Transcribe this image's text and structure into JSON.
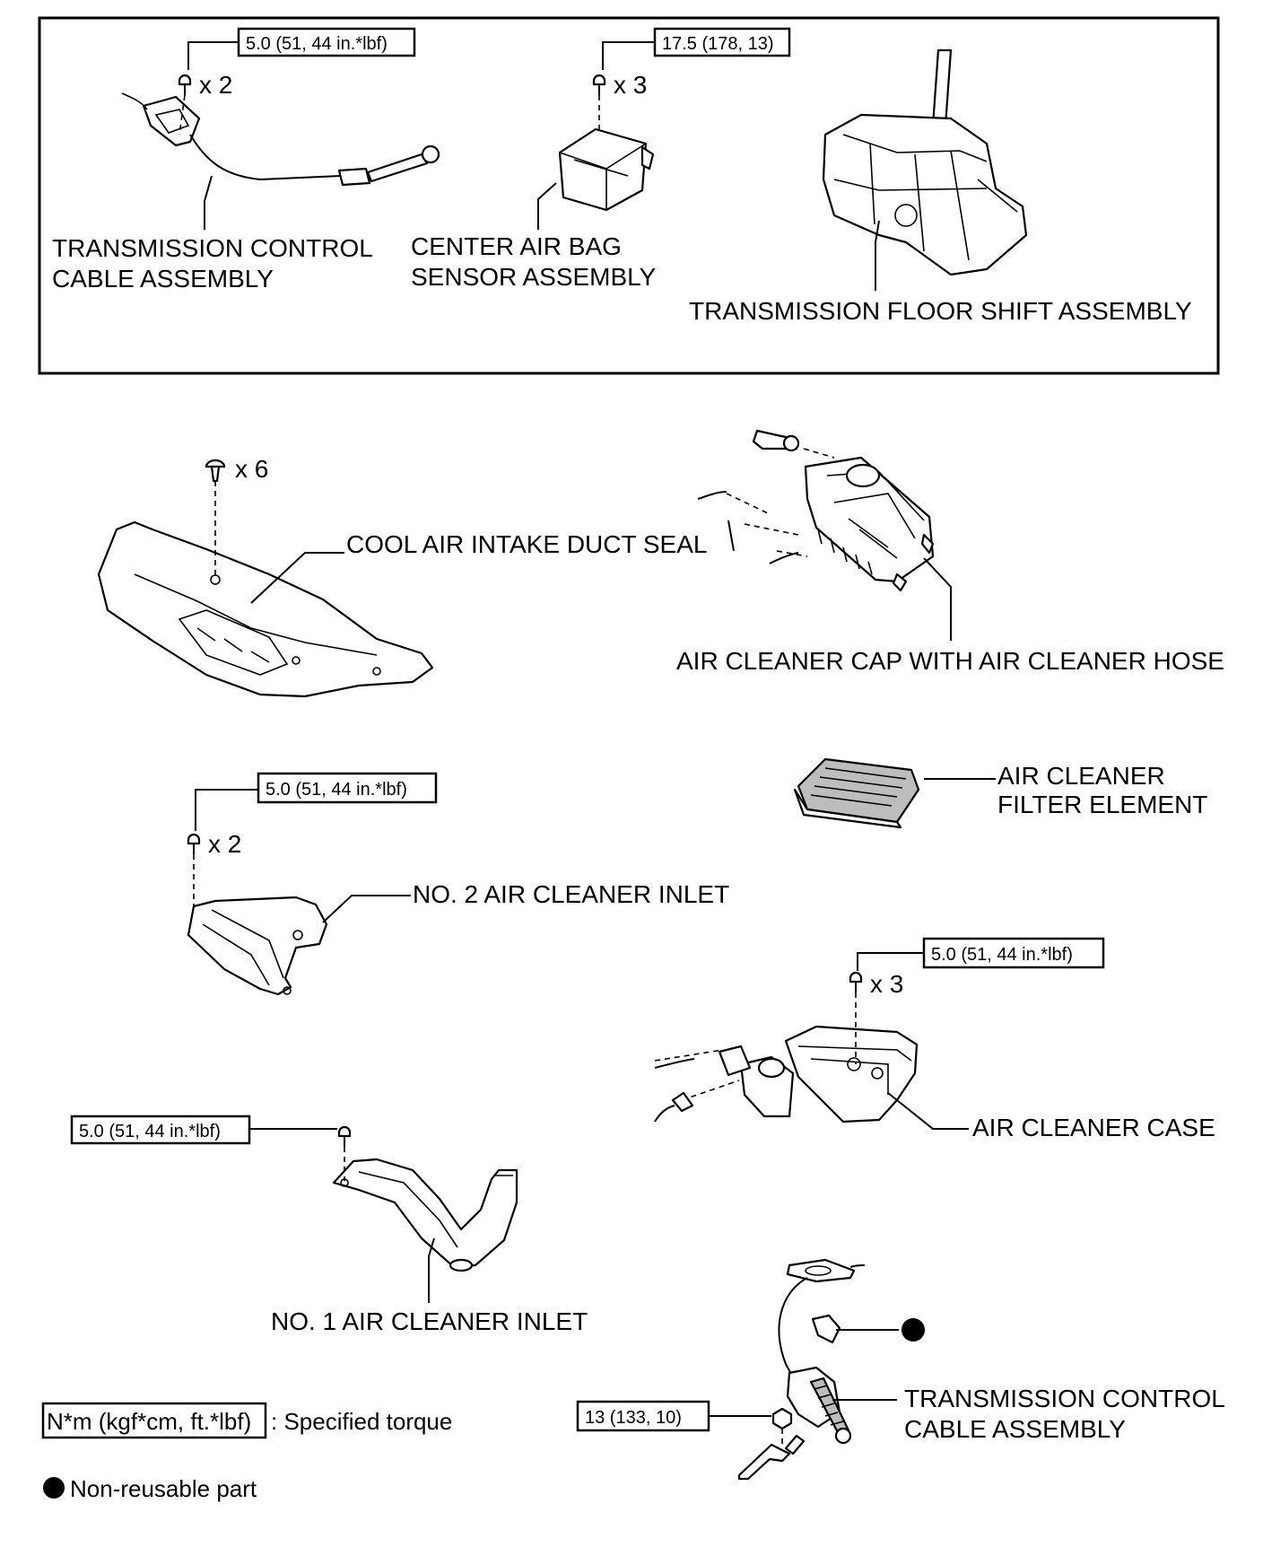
{
  "labels": {
    "trans_control_cable_top": [
      "TRANSMISSION CONTROL",
      "CABLE ASSEMBLY"
    ],
    "center_airbag_sensor": [
      "CENTER AIR BAG",
      "SENSOR ASSEMBLY"
    ],
    "floor_shift": "TRANSMISSION FLOOR SHIFT ASSEMBLY",
    "cool_air_duct_seal": "COOL AIR INTAKE DUCT SEAL",
    "air_cleaner_cap": "AIR CLEANER CAP WITH AIR CLEANER HOSE",
    "air_cleaner_filter": [
      "AIR CLEANER",
      "FILTER ELEMENT"
    ],
    "no2_inlet": "NO. 2 AIR CLEANER INLET",
    "air_cleaner_case": "AIR CLEANER CASE",
    "no1_inlet": "NO. 1 AIR CLEANER INLET",
    "trans_control_cable_bottom": [
      "TRANSMISSION CONTROL",
      "CABLE ASSEMBLY"
    ]
  },
  "torques": {
    "cable_top": "5.0 (51, 44 in.*lbf)",
    "airbag_sensor": "17.5 (178, 13)",
    "no2_inlet": "5.0 (51, 44 in.*lbf)",
    "air_cleaner_case": "5.0 (51, 44 in.*lbf)",
    "no1_inlet": "5.0 (51, 44 in.*lbf)",
    "cable_bottom": "13 (133, 10)"
  },
  "quantities": {
    "cable_top_bolts": "x 2",
    "airbag_bolts": "x 3",
    "duct_seal_clips": "x 6",
    "no2_inlet_bolts": "x 2",
    "case_bolts": "x 3"
  },
  "legend": {
    "torque_unit": "N*m (kgf*cm, ft.*lbf)",
    "torque_desc": ": Specified torque",
    "non_reusable": "Non-reusable part"
  }
}
